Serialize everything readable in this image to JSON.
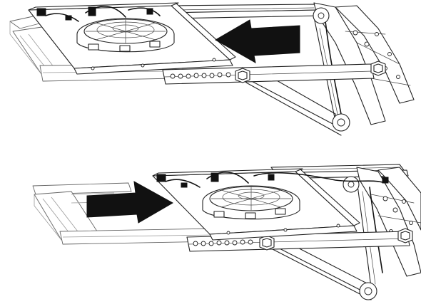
{
  "figure": {
    "panels": [
      {
        "name": "position-retracted",
        "arrow_direction": "left",
        "arrow_color": "#111111"
      },
      {
        "name": "position-extended",
        "arrow_direction": "right",
        "arrow_color": "#111111"
      }
    ],
    "line_color": "#222222",
    "background": "#ffffff",
    "icons": {
      "fan": "fan-icon",
      "arrow": "direction-arrow-icon",
      "bolt": "hex-bolt-icon"
    }
  }
}
